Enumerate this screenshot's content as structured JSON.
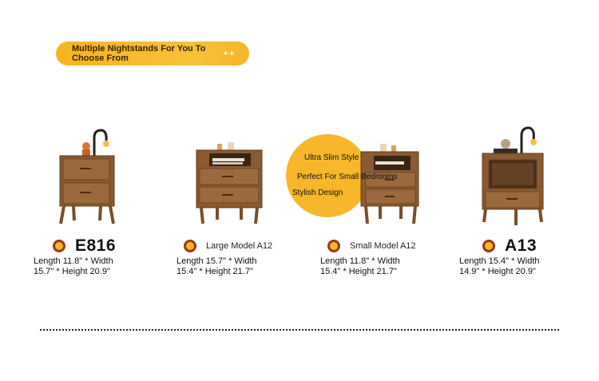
{
  "banner": {
    "line1": "Multiple Nightstands For You To",
    "line2": "Choose From"
  },
  "colors": {
    "accent": "#f8b62a",
    "dot_ring": "#9a3a10",
    "wood": "#8a5a32",
    "wood_dark": "#5e3a1c"
  },
  "products": [
    {
      "model": "E816",
      "dims_line1": "Length 11.8\" * Width",
      "dims_line2": "15.7\" * Height 20.9\""
    },
    {
      "model": "Large Model A12",
      "dims_line1": "Length 15.7\" * Width",
      "dims_line2": "15.4\" * Height 21.7\""
    },
    {
      "model": "Small Model A12",
      "dims_line1": "Length 11.8\" * Width",
      "dims_line2": "15.4\" * Height 21.7\""
    },
    {
      "model": "A13",
      "dims_line1": "Length 15.4\" * Width",
      "dims_line2": "14.9\" * Height 20.9\""
    }
  ],
  "bubble": {
    "line1": "Ultra Slim Style",
    "line2": "Perfect For Small Bedrooms",
    "line3": "Stylish Design"
  }
}
